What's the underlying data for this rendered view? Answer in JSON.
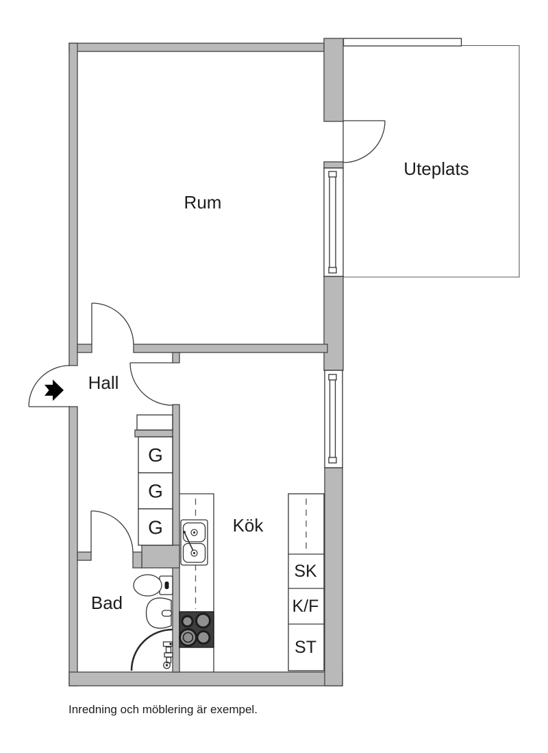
{
  "rooms": {
    "rum": {
      "label": "Rum"
    },
    "uteplats": {
      "label": "Uteplats"
    },
    "hall": {
      "label": "Hall"
    },
    "kok": {
      "label": "Kök"
    },
    "bad": {
      "label": "Bad"
    }
  },
  "wardrobes": {
    "g1": "G",
    "g2": "G",
    "g3": "G"
  },
  "kitchen_column": {
    "sk": "SK",
    "kf": "K/F",
    "st": "ST"
  },
  "caption": "Inredning och möblering är exempel.",
  "colors": {
    "background": "#ffffff",
    "wall_fill": "#b9b9b9",
    "wall_outline": "#4d4d4d",
    "line": "#3a3a3a",
    "stove_body": "#3d3d3d",
    "burner_fill": "#8f8f8f",
    "entry_arrow": "#000000",
    "text": "#1c1c1c"
  }
}
